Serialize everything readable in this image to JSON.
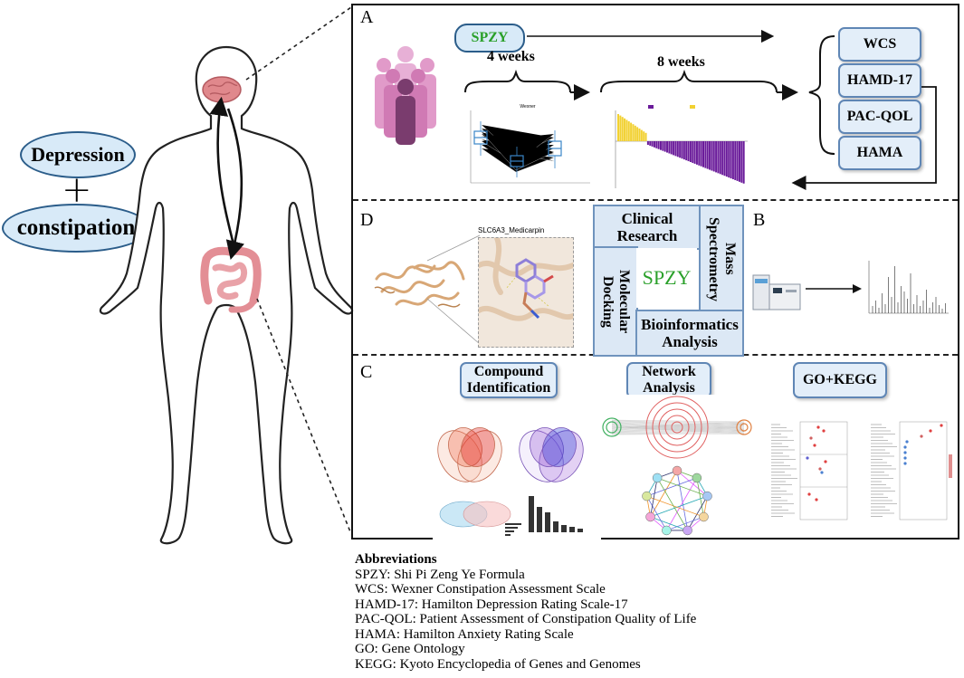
{
  "left": {
    "condition_1": "Depression",
    "plus": "+",
    "condition_2": "constipation"
  },
  "panel_a": {
    "letter": "A",
    "formula": "SPZY",
    "duration_1": "4 weeks",
    "duration_2": "8 weeks",
    "scales": [
      "WCS",
      "HAMD-17",
      "PAC-QOL",
      "HAMA"
    ],
    "boxplot_title": "Wexner"
  },
  "panel_d": {
    "letter": "D",
    "docking_label": "SLC6A3_Medicarpin"
  },
  "panel_b": {
    "letter": "B",
    "center": "SPZY",
    "clinical": "Clinical Research",
    "docking": "Molecular Docking",
    "mass": "Mass Spectrometry",
    "bioinfo": "Bioinformatics Analysis"
  },
  "panel_c": {
    "letter": "C",
    "compound": "Compound Identification",
    "network": "Network Analysis",
    "gokegg": "GO+KEGG"
  },
  "abbreviations": {
    "heading": "Abbreviations",
    "items": [
      "SPZY: Shi Pi Zeng Ye Formula",
      "WCS: Wexner Constipation Assessment Scale",
      "HAMD-17: Hamilton Depression Rating Scale-17",
      "PAC-QOL: Patient Assessment of Constipation Quality of Life",
      "HAMA: Hamilton Anxiety Rating Scale",
      "GO: Gene Ontology",
      "KEGG: Kyoto Encyclopedia of Genes and Genomes"
    ]
  },
  "colors": {
    "oval_fill": "#d8eaf8",
    "oval_border": "#2b5d8a",
    "box_fill": "#dce8f5",
    "spzy_green": "#2aa02a",
    "people_pink": "#d07ab4",
    "people_purple": "#7a3c6e",
    "bar_purple": "#6a1b9a",
    "bar_yellow": "#f2d132"
  },
  "icons": [
    "people-icon",
    "human-body-icon",
    "brain-icon",
    "intestine-icon",
    "protein-icon",
    "lc-ms-instrument-icon"
  ]
}
